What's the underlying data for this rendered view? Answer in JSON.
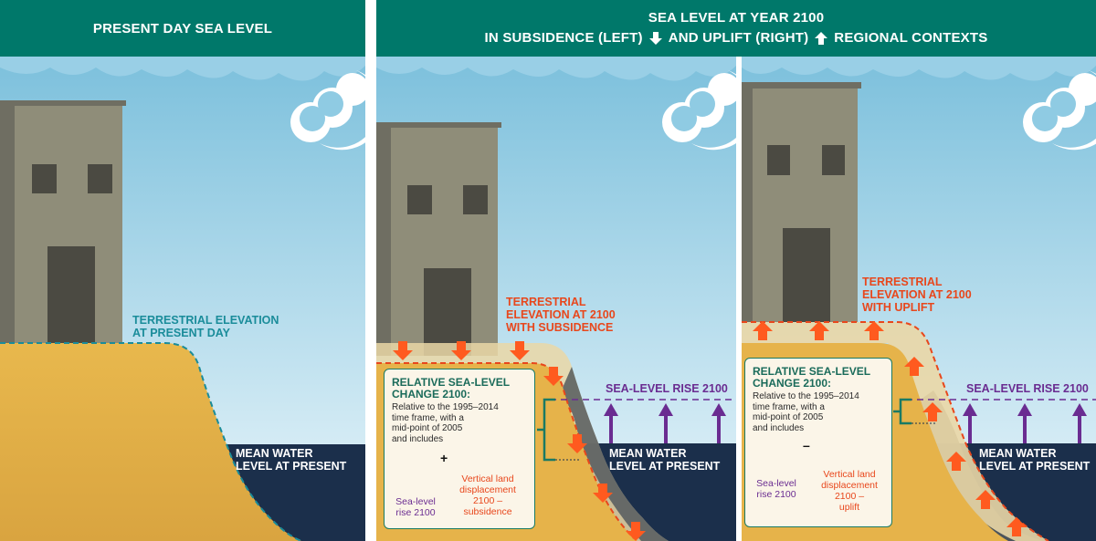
{
  "banners": {
    "present": "PRESENT DAY SEA LEVEL",
    "future_line1": "SEA LEVEL AT YEAR 2100",
    "future_line2_a": "IN SUBSIDENCE (LEFT)",
    "future_line2_b": "AND UPLIFT (RIGHT)",
    "future_line2_c": "REGIONAL CONTEXTS"
  },
  "present_panel": {
    "terrestrial_label": "TERRESTRIAL ELEVATION\nAT PRESENT DAY",
    "water_label": "MEAN WATER\nLEVEL AT PRESENT"
  },
  "subsidence_panel": {
    "terrestrial_label": "TERRESTRIAL\nELEVATION AT 2100\nWITH SUBSIDENCE",
    "slr_label": "SEA-LEVEL RISE 2100",
    "water_label": "MEAN WATER\nLEVEL AT PRESENT",
    "box_title": "RELATIVE SEA-LEVEL\nCHANGE 2100:",
    "box_text": "Relative to the 1995–2014\ntime frame, with a\nmid-point of 2005\nand includes",
    "operator": "+",
    "slr_caption": "Sea-level\nrise 2100",
    "vld_caption": "Vertical land\ndisplacement\n2100 –\nsubsidence"
  },
  "uplift_panel": {
    "terrestrial_label": "TERRESTRIAL\nELEVATION AT 2100\nWITH UPLIFT",
    "slr_label": "SEA-LEVEL RISE 2100",
    "water_label": "MEAN WATER\nLEVEL AT PRESENT",
    "box_title": "RELATIVE SEA-LEVEL\nCHANGE 2100:",
    "box_text": "Relative to the 1995–2014\ntime frame, with a\nmid-point of 2005\nand includes",
    "operator": "–",
    "slr_caption": "Sea-level\nrise 2100",
    "vld_caption": "Vertical land\ndisplacement\n2100 –\nuplift"
  },
  "colors": {
    "banner": "#00786a",
    "land": "#e6b34a",
    "building": "#8f8d79",
    "water": "#1b2f4b",
    "sky_top": "#7cc0dc",
    "terrestrial_present": "#1a8c9a",
    "terrestrial_2100": "#e8471c",
    "sea_level_rise": "#6a2c91"
  },
  "icons": {
    "down_arrow": "white-down-arrow-icon",
    "up_arrow": "white-up-arrow-icon",
    "cloud": "cloud-icon"
  }
}
